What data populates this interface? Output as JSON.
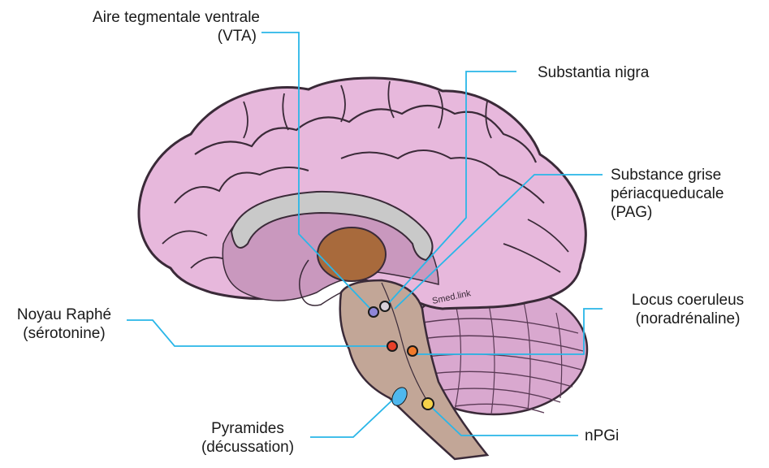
{
  "labels": {
    "vta": {
      "line1": "Aire tegmentale ventrale",
      "line2": "(VTA)"
    },
    "substantia_nigra": {
      "line1": "Substantia nigra"
    },
    "pag": {
      "line1": "Substance grise",
      "line2": "périacqueducale",
      "line3": "(PAG)"
    },
    "locus": {
      "line1": "Locus coeruleus",
      "line2": "(noradrénaline)"
    },
    "raphe": {
      "line1": "Noyau Raphé",
      "line2": "(sérotonine)"
    },
    "pyramides": {
      "line1": "Pyramides",
      "line2": "(décussation)"
    },
    "npgi": {
      "line1": "nPGi"
    }
  },
  "watermark": "Smed.link",
  "colors": {
    "leader_line": "#29b6e8",
    "cortex": "#e7b8dc",
    "cortex_outline": "#3a2a38",
    "corpus_callosum": "#c9c9c9",
    "thalamus": "#a86a3c",
    "brainstem": "#c2a697",
    "cerebellum": "#d9a8cf",
    "dot_vta": "#8f86d8",
    "dot_raphe": "#e8402a",
    "dot_locus": "#f07a2a",
    "dot_npgi": "#f5d24a",
    "pyramid": "#4fb8ee"
  }
}
